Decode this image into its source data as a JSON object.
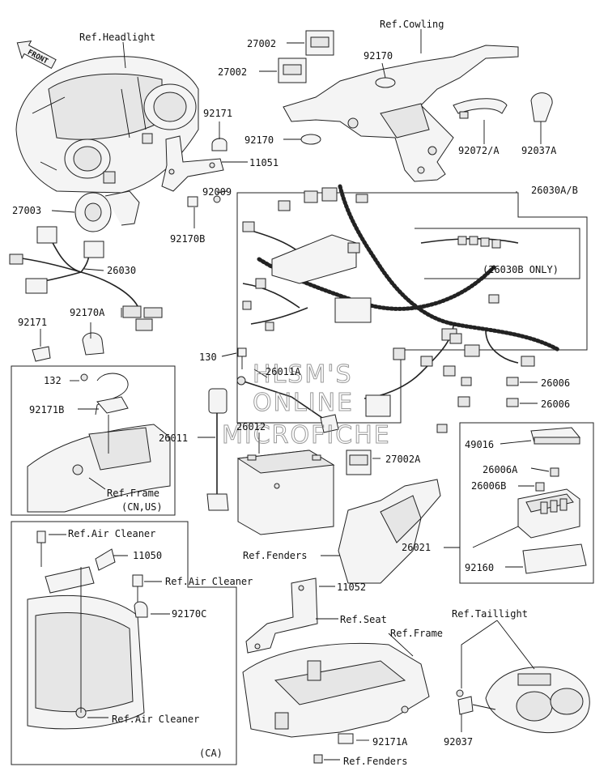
{
  "watermark": {
    "line1": "HLSM'S",
    "line2": "ONLINE",
    "line3": "MICROFICHE"
  },
  "front_arrow": {
    "label": "FRONT"
  },
  "callouts": {
    "headlight_ref": "Ref.Headlight",
    "cowling_ref": "Ref.Cowling",
    "p27002_a": "27002",
    "p27002_b": "27002",
    "p92170_a": "92170",
    "p92170_b": "92170",
    "p92171_a": "92171",
    "p11051": "11051",
    "p92072a": "92072/A",
    "p92037a": "92037A",
    "p27003": "27003",
    "p92009": "92009",
    "p92170b": "92170B",
    "p26030ab": "26030A/B",
    "p26030b_only": "(26030B ONLY)",
    "p26030": "26030",
    "p92170a": "92170A",
    "p92171_b": "92171",
    "p130": "130",
    "p26011a": "26011A",
    "p132": "132",
    "p92171b": "92171B",
    "p26011": "26011",
    "p26012": "26012",
    "p27002a": "27002A",
    "p26006_a": "26006",
    "p26006_b": "26006",
    "p49016": "49016",
    "p26006a": "26006A",
    "p26006b": "26006B",
    "frame_ref_cnus_1": "Ref.Frame",
    "frame_ref_cnus_2": "(CN,US)",
    "air_cleaner_ref_1": "Ref.Air Cleaner",
    "p11050": "11050",
    "air_cleaner_ref_2": "Ref.Air Cleaner",
    "fenders_ref_1": "Ref.Fenders",
    "p26021": "26021",
    "p92160": "92160",
    "p92170c": "92170C",
    "p11052": "11052",
    "seat_ref": "Ref.Seat",
    "frame_ref": "Ref.Frame",
    "taillight_ref": "Ref.Taillight",
    "air_cleaner_ref_3": "Ref.Air Cleaner",
    "ca_label": "(CA)",
    "p92171a": "92171A",
    "fenders_ref_2": "Ref.Fenders",
    "p92037": "92037"
  }
}
